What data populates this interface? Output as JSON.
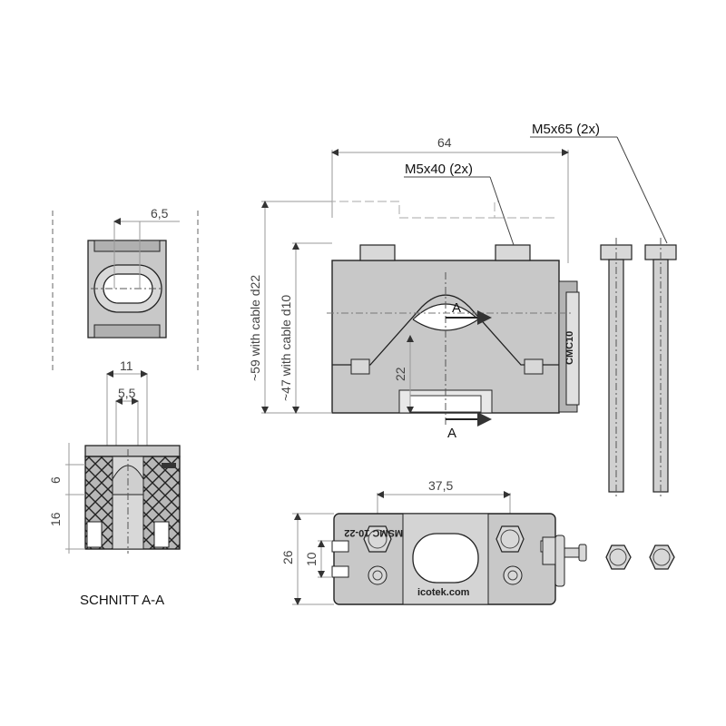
{
  "dimensions": {
    "width_64": "64",
    "d_6_5": "6,5",
    "d_11": "11",
    "d_5_5": "5,5",
    "d_6": "6",
    "d_16": "16",
    "d_22": "22",
    "d_37_5": "37,5",
    "d_26": "26",
    "d_10": "10",
    "h_59": "~59 with cable d22",
    "h_47": "~47 with cable d10"
  },
  "callouts": {
    "bolt_short": "M5x40 (2x)",
    "bolt_long": "M5x65 (2x)",
    "section_mark": "A"
  },
  "labels": {
    "section_title": "SCHNITT A-A",
    "part_marking": "CMC10",
    "plate_top_text": "MSMC 10-22",
    "plate_bottom_text": "icotek.com"
  },
  "colors": {
    "part_fill": "#c8c8c8",
    "part_dark": "#9c9c9c",
    "outline": "#222222",
    "dimension_line": "#9a9a9a",
    "hatch": "#222222"
  }
}
